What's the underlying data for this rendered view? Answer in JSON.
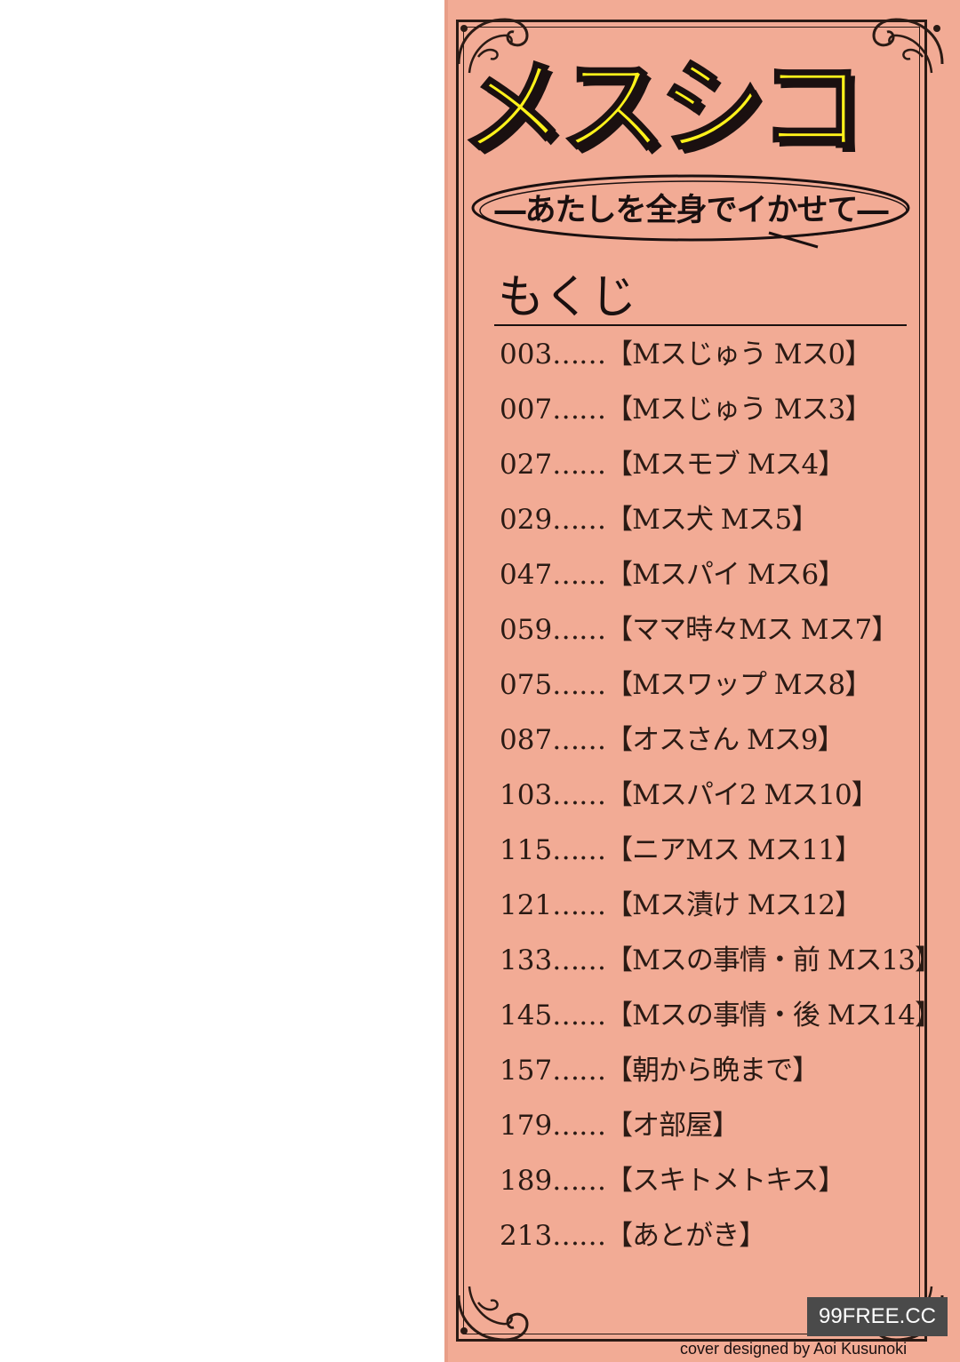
{
  "title": "メスシコ",
  "subtitle": "―あたしを全身でイかせて―",
  "toc_heading": "もくじ",
  "toc_items": [
    {
      "page": "003",
      "leader": "……",
      "title": "【Mスじゅう Mス0】"
    },
    {
      "page": "007",
      "leader": "……",
      "title": "【Mスじゅう Mス3】"
    },
    {
      "page": "027",
      "leader": "……",
      "title": "【Mスモブ Mス4】"
    },
    {
      "page": "029",
      "leader": "……",
      "title": "【Mス犬 Mス5】"
    },
    {
      "page": "047",
      "leader": "……",
      "title": "【Mスパイ Mス6】"
    },
    {
      "page": "059",
      "leader": "……",
      "title": "【ママ時々Mス Mス7】"
    },
    {
      "page": "075",
      "leader": "……",
      "title": "【Mスワップ Mス8】"
    },
    {
      "page": "087",
      "leader": "……",
      "title": "【オスさん Mス9】"
    },
    {
      "page": "103",
      "leader": "……",
      "title": "【Mスパイ2 Mス10】"
    },
    {
      "page": "115",
      "leader": "……",
      "title": "【ニアMス Mス11】"
    },
    {
      "page": "121",
      "leader": "……",
      "title": "【Mス漬け Mス12】"
    },
    {
      "page": "133",
      "leader": "……",
      "title": "【Mスの事情・前 Mス13】"
    },
    {
      "page": "145",
      "leader": "……",
      "title": "【Mスの事情・後 Mス14】"
    },
    {
      "page": "157",
      "leader": "……",
      "title": "【朝から晩まで】"
    },
    {
      "page": "179",
      "leader": "……",
      "title": "【オ部屋】"
    },
    {
      "page": "189",
      "leader": "……",
      "title": "【スキトメトキス】"
    },
    {
      "page": "213",
      "leader": "……",
      "title": "【あとがき】"
    }
  ],
  "credit": "cover designed by Aoi Kusunoki",
  "watermark": "99FREE.CC",
  "colors": {
    "panel_background": "#f2ab95",
    "title_fill": "#fff21a",
    "ink": "#1a1010"
  }
}
